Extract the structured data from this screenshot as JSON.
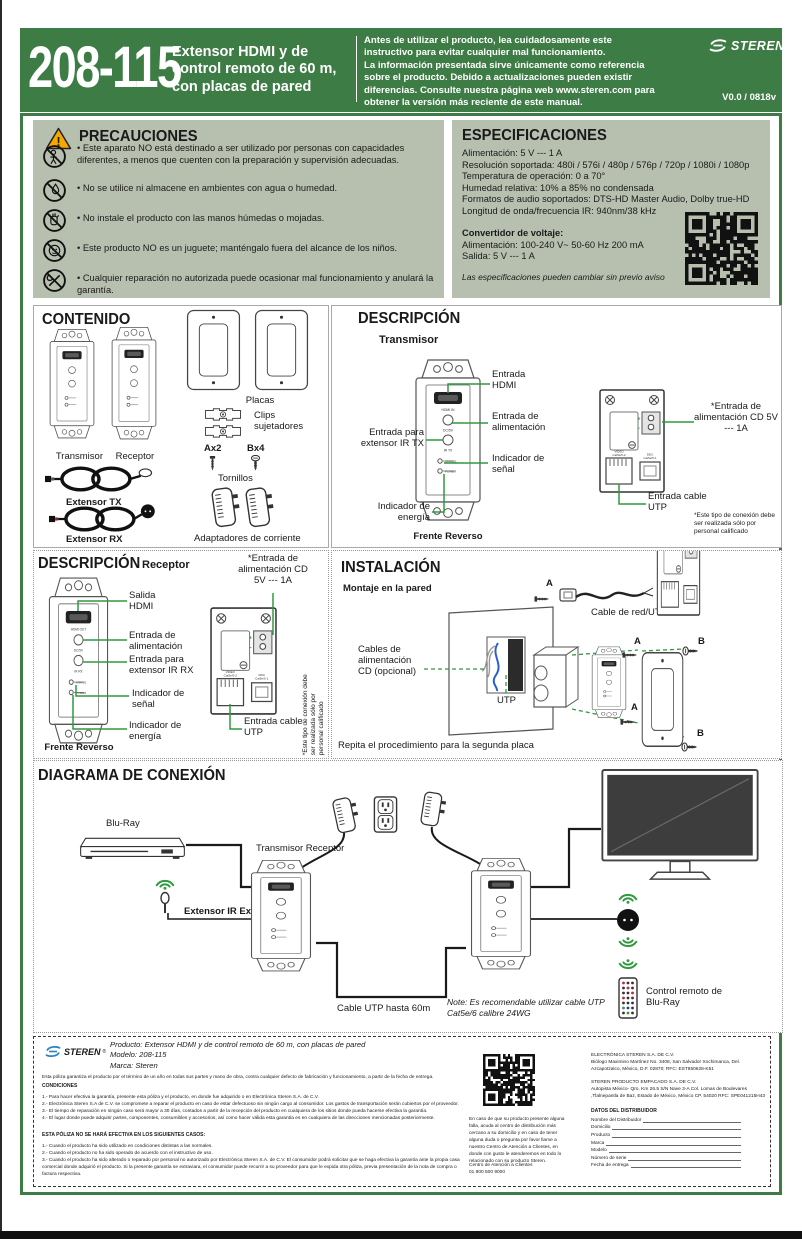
{
  "colors": {
    "header_green": "#3E7C45",
    "accent_green": "#2F9A3F",
    "panel_sage": "#B7BFAF",
    "warning_yellow": "#F6A800"
  },
  "page": {
    "brand": "STEREN",
    "reg": "®",
    "version": "V0.0 / 0818v"
  },
  "header": {
    "model": "208-115",
    "title": "Extensor HDMI y de control remoto de 60 m, con placas de pared",
    "notice1": "Antes de utilizar el producto, lea cuidadosamente este instructivo para evitar cualquier mal funcionamiento.",
    "notice2": "La información presentada sirve únicamente como referencia sobre el producto. Debido a actualizaciones pueden existir diferencias. Consulte nuestra página web www.steren.com para obtener la versión más reciente de este manual."
  },
  "precauciones": {
    "title": "PRECAUCIONES",
    "items": [
      "• Este aparato NO está destinado a ser utilizado por personas con capacidades diferentes, a menos que cuenten con la preparación y supervisión adecuadas.",
      "• No se utilice ni almacene en ambientes con agua o humedad.",
      "• No instale el producto con las manos húmedas o mojadas.",
      "• Este producto NO es un juguete; manténgalo fuera del alcance de los niños.",
      "• Cualquier reparación no autorizada puede ocasionar mal funcionamiento y anulará la garantía."
    ]
  },
  "especificaciones": {
    "title": "ESPECIFICACIONES",
    "lines": [
      "Alimentación: 5 V ---  1 A",
      "Resolución soportada: 480i / 576i / 480p / 576p / 720p / 1080i / 1080p",
      "Temperatura de operación: 0 a 70°",
      "Humedad relativa: 10% a 85% no condensada",
      "Formatos de audio soportados: DTS-HD Master Audio, Dolby true-HD",
      "Longitud de onda/frecuencia IR: 940nm/38 kHz"
    ],
    "converter_title": "Convertidor de voltaje:",
    "converter_lines": [
      "Alimentación: 100-240 V~  50-60 Hz  200 mA",
      "Salida: 5 V ---  1 A"
    ],
    "note": "Las especificaciones pueden cambiar sin previo aviso"
  },
  "contenido": {
    "title": "CONTENIDO",
    "transmisor_receptor": "Transmisor Receptor",
    "placas": "Placas",
    "clips": "Clips sujetadores",
    "ax2": "Ax2",
    "bx4": "Bx4",
    "tornillos": "Tornillos",
    "extensor_tx": "Extensor  TX",
    "extensor_rx": "Extensor RX",
    "adaptadores": "Adaptadores de corriente"
  },
  "descripcion_tx": {
    "title": "DESCRIPCIÓN",
    "subtitle": "Transmisor",
    "c_hdmi": "Entrada HDMI",
    "c_power": "Entrada de alimentación",
    "c_ir": "Entrada para extensor IR TX",
    "c_signal": "Indicador de señal",
    "c_energy": "Indicador de energía",
    "front_reverse": "Frente Reverso",
    "c_cd": "*Entrada de alimentación CD 5V --- 1A",
    "c_utp": "Entrada cable UTP",
    "footnote": "*Este tipo de conexión debe ser realizada sólo por personal calificado"
  },
  "descripcion_rx": {
    "title": "DESCRIPCIÓN",
    "subtitle": "Receptor",
    "c_hdmi": "Salida HDMI",
    "c_power": "Entrada de alimentación",
    "c_ir": "Entrada para extensor IR RX",
    "c_signal": "Indicador de señal",
    "c_energy": "Indicador de energía",
    "front_reverse": "Frente Reverso",
    "c_cd": "*Entrada de alimentación CD 5V --- 1A",
    "c_utp": "Entrada cable UTP",
    "footnote": "*Este tipo de conexión debe ser realizada sólo por personal calificado"
  },
  "instalacion": {
    "title": "INSTALACIÓN",
    "subtitle": "Montaje en la pared",
    "cable_red": "Cable de red/UTP",
    "cables_cd": "Cables de alimentación CD (opcional)",
    "utp": "UTP",
    "a": "A",
    "b": "B",
    "repita": "Repita el procedimiento para la segunda placa"
  },
  "diagrama": {
    "title": "DIAGRAMA DE CONEXIÓN",
    "bluray": "Blu-Ray",
    "tx_rx": "Transmisor Receptor",
    "extensor": "Extensor IR Extensor IR",
    "utp60": "Cable UTP hasta 60m",
    "note": "Note: Es recomendable utilizar cable UTP Cat5e/6 calibre 24WG",
    "control": "Control remoto de Blu-Ray"
  },
  "device": {
    "hdmi_in": "HDMI IN",
    "hdmi_out": "HDMI OUT",
    "dc": "DC/5V",
    "ir_tx": "IR TX",
    "ir_rx": "IR RX",
    "status": "STATUS",
    "power": "POWER",
    "video": "VIDEO",
    "video2": "Cat5e/5-2",
    "ddc": "DDC",
    "ddc2": "Cat5e/5-1",
    "plus": "+",
    "minus": "-"
  },
  "warranty": {
    "producto": "Producto: Extensor HDMI y de control remoto de 60 m, con placas de pared",
    "modelo": "Modelo: 208-115",
    "marca": "Marca: Steren",
    "intro": "Esta póliza garantiza el producto por el término de un año en todas sus partes y mano de obra, contra cualquier defecto de fabricación y funcionamiento, a partir de la fecha de entrega.",
    "condiciones_title": "CONDICIONES",
    "condiciones": [
      "1.- Para hacer efectiva la garantía, presente esta póliza y el producto, en donde fue adquirido o en Electrónica Steren S.A. de C.V.",
      "2.- Electrónica Steren S.A de C.V. se compromete a reparar el producto en caso de estar defectuoso sin ningún cargo al consumidor. Los gastos de transportación serán cubiertos por el proveedor.",
      "3.- El tiempo de reparación en ningún caso será mayor a 30 días, contados a partir de la recepción del producto en cualquiera de los sitios donde pueda hacerse efectiva la garantía.",
      "4.- El lugar donde puede adquirir partes, componentes, consumibles y accesorios, así como hacer válida esta garantía es en cualquiera de las direcciones mencionadas posteriormente."
    ],
    "void_title": "ESTA PÓLIZA NO SE HARÁ EFECTIVA EN LOS SIGUIENTES CASOS:",
    "void_items": [
      "1.- Cuando el producto ha sido utilizado en condiciones distintas a las normales.",
      "2.- Cuando el producto no ha sido operado de acuerdo con el instructivo de uso.",
      "3.- Cuando el producto ha sido alterado o reparado por personal no autorizado por Electrónica Steren S.A. de C.V. El consumidor podrá solicitar que se haga efectiva la garantía ante la propia casa comercial donde adquirió el producto. Si la presente garantía se extraviara, el consumidor puede recurrir a su proveedor para que le expida otra póliza, previa presentación de la nota de compra o factura respectiva."
    ],
    "support": "En caso de que su producto presente alguna falla, acuda al centro de distribución más cercano a su domicilio y en caso de tener alguna duda o pregunta por favor llame a nuestro Centro de Atención a Clientes, en donde con gusto le atenderemos en todo lo relacionado con su producto Steren.",
    "support2": "Centro de Atención a Clientes",
    "phone": "01 800 500 9000",
    "company1_name": "ELECTRÓNICA STEREN S.A. DE C.V.",
    "company1_addr": "Biólogo Maximino Martínez No. 3408, San Salvador Xochimanca, Del. Azcapotzalco, México, D.F. 02870; RFC: EST850628-K51",
    "company2_name": "STEREN PRODUCTO EMPACADO S.A. DE C.V.",
    "company2_addr": "Autopista México- Qro. Km 26.5 S/N Nave 3-A Col. Lomas de Boulevares ,Tlalnepantla de Baz, Estado de México, México CP. 54020 RFC: SPE041215H43",
    "distribuidor_title": "DATOS DEL DISTRIBUIDOR",
    "fields": [
      "Nombre del Distribuidor",
      "Domicilio",
      "Producto",
      "Marca",
      "Modelo",
      "Número de serie",
      "Fecha de entrega"
    ]
  }
}
